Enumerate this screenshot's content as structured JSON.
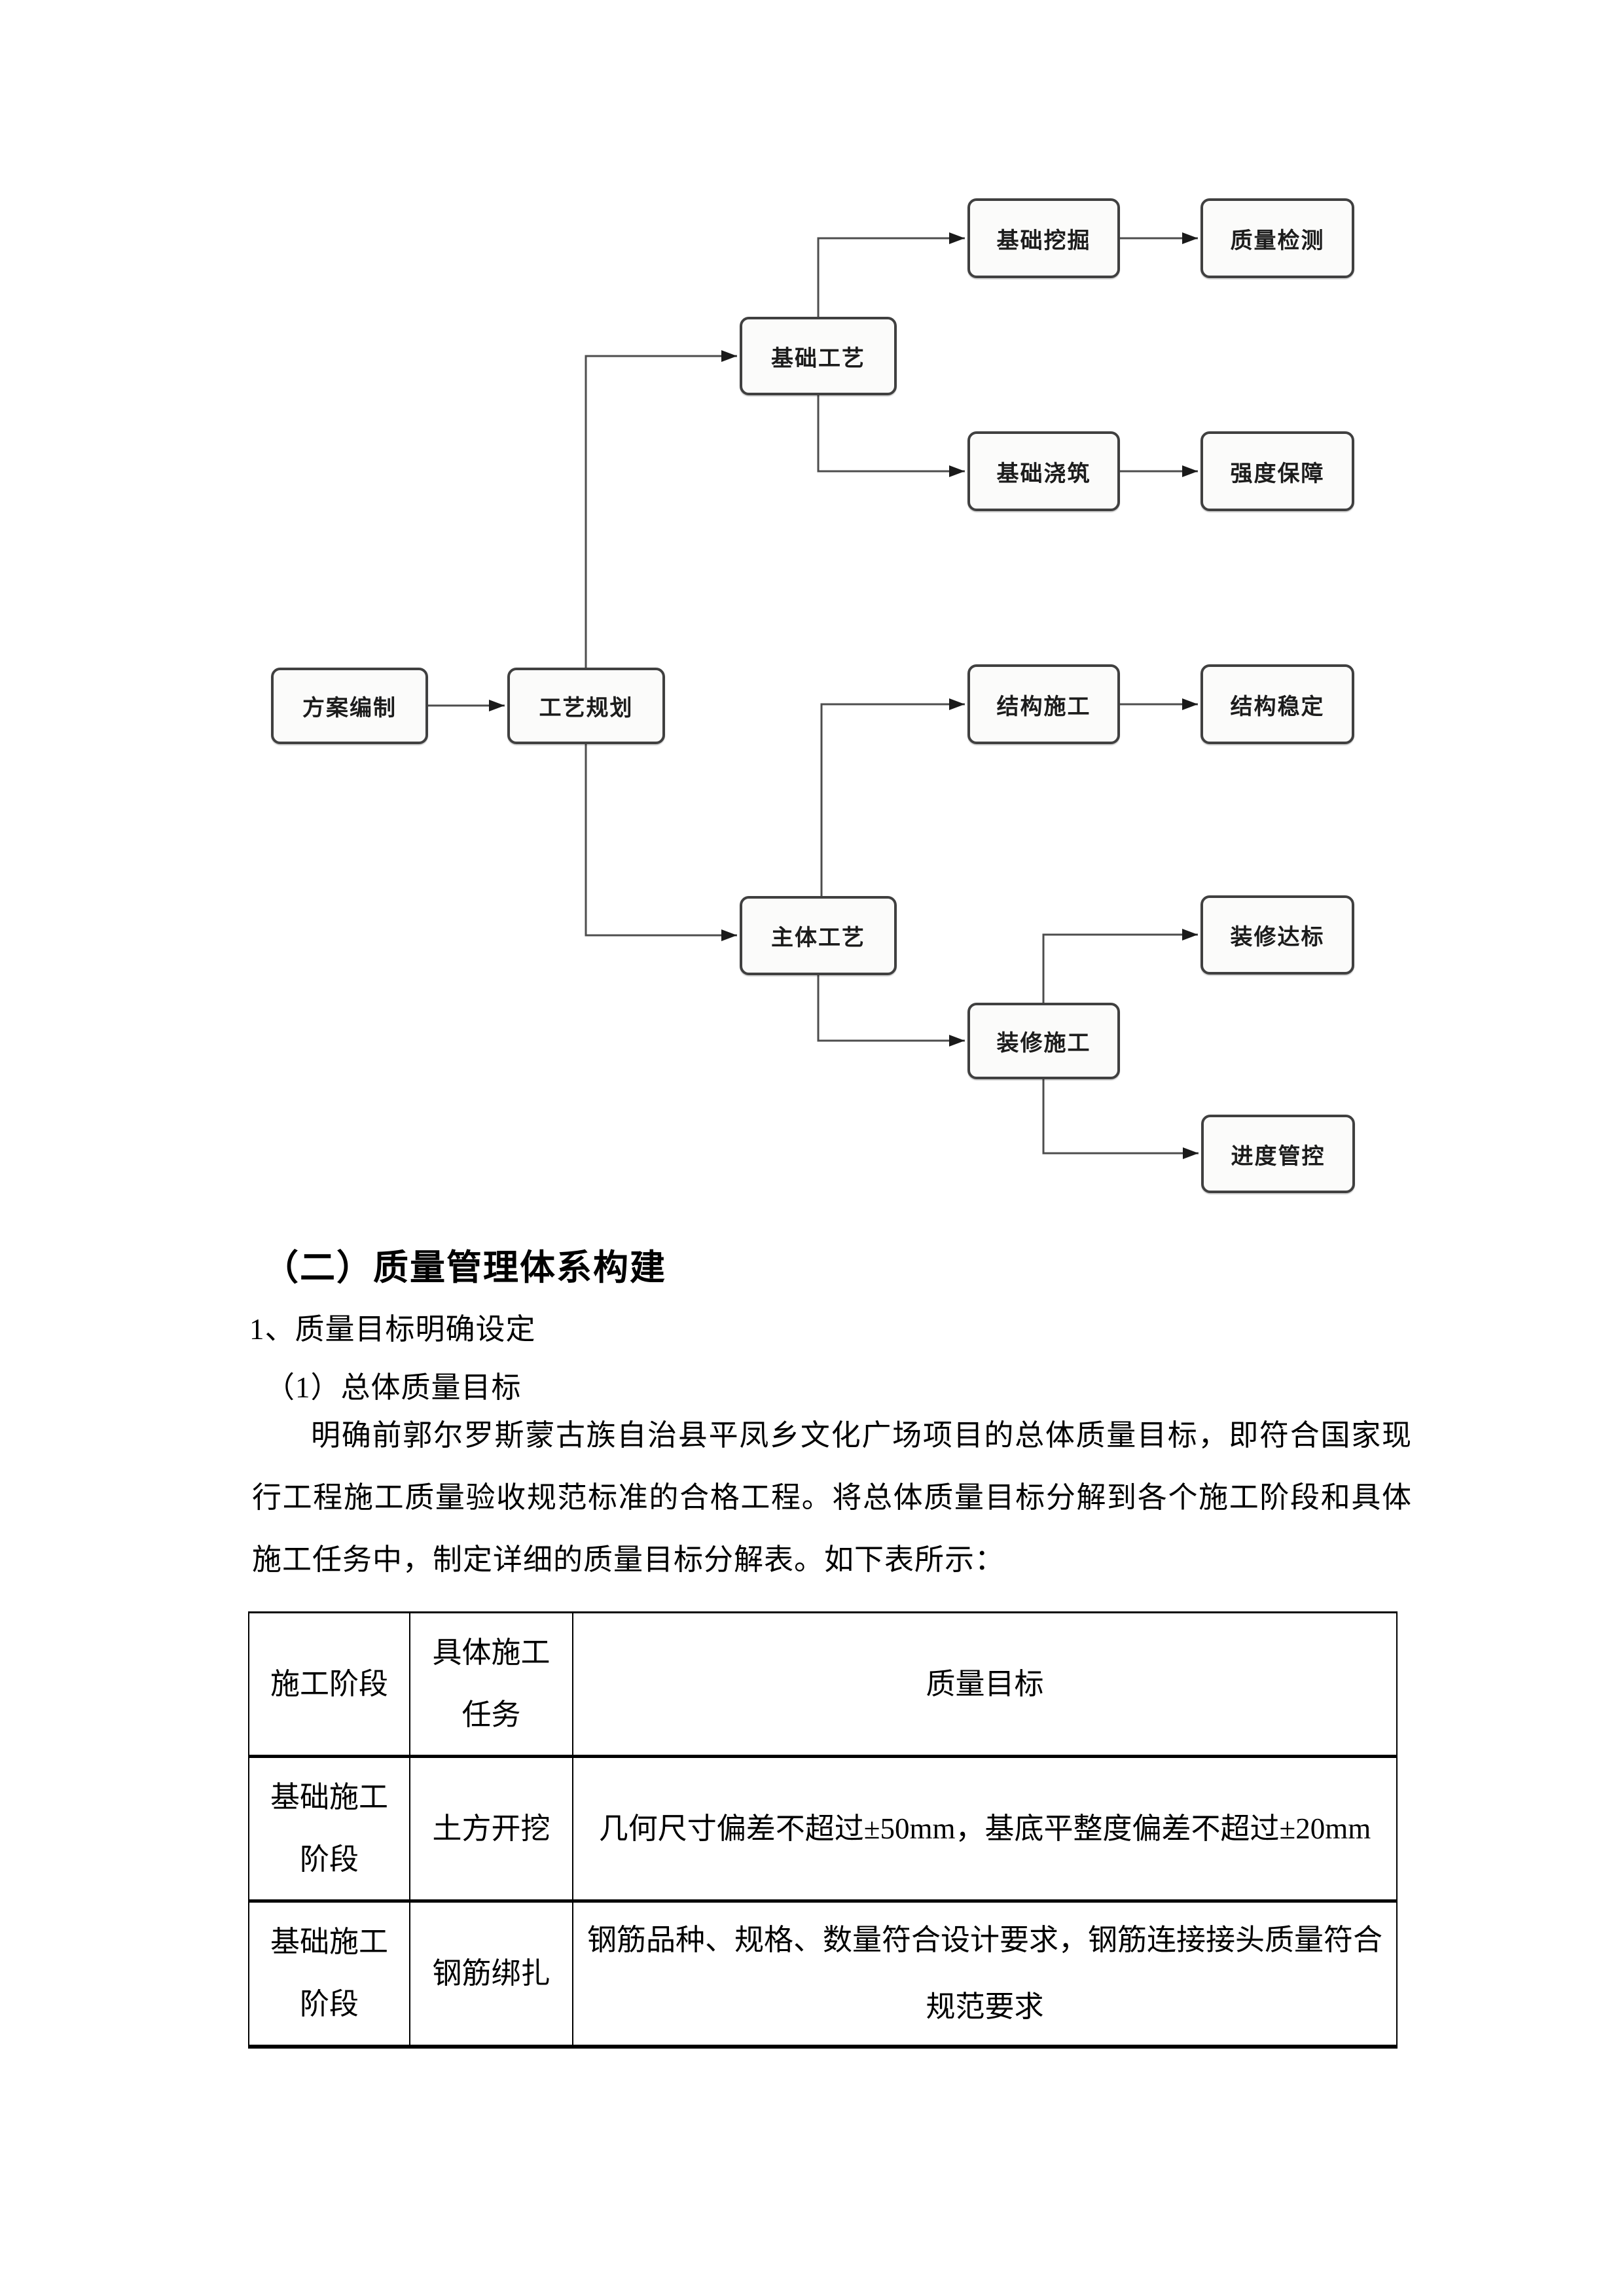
{
  "flowchart": {
    "nodes": [
      {
        "id": "plan",
        "label": "方案编制"
      },
      {
        "id": "process-planning",
        "label": "工艺规划"
      },
      {
        "id": "foundation-process",
        "label": "基础工艺"
      },
      {
        "id": "foundation-excavation",
        "label": "基础挖掘"
      },
      {
        "id": "quality-inspection",
        "label": "质量检测"
      },
      {
        "id": "foundation-pouring",
        "label": "基础浇筑"
      },
      {
        "id": "strength-guarantee",
        "label": "强度保障"
      },
      {
        "id": "structure-construction",
        "label": "结构施工"
      },
      {
        "id": "structure-stability",
        "label": "结构稳定"
      },
      {
        "id": "main-process",
        "label": "主体工艺"
      },
      {
        "id": "decoration-standard",
        "label": "装修达标"
      },
      {
        "id": "decoration-construction",
        "label": "装修施工"
      },
      {
        "id": "progress-control",
        "label": "进度管控"
      }
    ],
    "edges": [
      {
        "from": "plan",
        "to": "process-planning"
      },
      {
        "from": "process-planning",
        "to": "foundation-process"
      },
      {
        "from": "process-planning",
        "to": "main-process"
      },
      {
        "from": "foundation-process",
        "to": "foundation-excavation"
      },
      {
        "from": "foundation-excavation",
        "to": "quality-inspection"
      },
      {
        "from": "foundation-process",
        "to": "foundation-pouring"
      },
      {
        "from": "foundation-pouring",
        "to": "strength-guarantee"
      },
      {
        "from": "main-process",
        "to": "structure-construction"
      },
      {
        "from": "structure-construction",
        "to": "structure-stability"
      },
      {
        "from": "main-process",
        "to": "decoration-construction"
      },
      {
        "from": "decoration-construction",
        "to": "decoration-standard"
      },
      {
        "from": "decoration-construction",
        "to": "progress-control"
      }
    ],
    "line_color": "#4d4d4d",
    "arrow_color": "#1a1a1a",
    "box_border_color": "#404040"
  },
  "document": {
    "heading": "（二）质量管理体系构建",
    "subheading1": "1、质量目标明确设定",
    "subheading2": "（1）总体质量目标",
    "paragraph": "明确前郭尔罗斯蒙古族自治县平凤乡文化广场项目的总体质量目标，即符合国家现行工程施工质量验收规范标准的合格工程。将总体质量目标分解到各个施工阶段和具体施工任务中，制定详细的质量目标分解表。如下表所示："
  },
  "table": {
    "headers": [
      "施工阶段",
      "具体施工任务",
      "质量目标"
    ],
    "rows": [
      {
        "stage": "基础施工阶段",
        "task": "土方开挖",
        "target": "几何尺寸偏差不超过±50mm，基底平整度偏差不超过±20mm"
      },
      {
        "stage": "基础施工阶段",
        "task": "钢筋绑扎",
        "target": "钢筋品种、规格、数量符合设计要求，钢筋连接接头质量符合规范要求"
      }
    ]
  }
}
